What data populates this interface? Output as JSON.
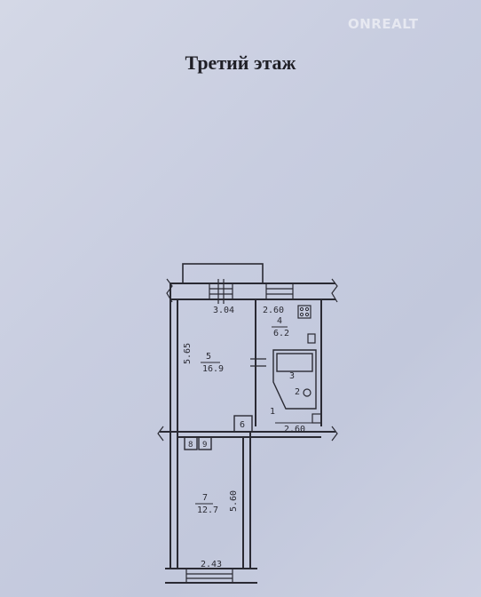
{
  "watermark": "ONREALT",
  "title": "Третий этаж",
  "dimensions": {
    "top_left_width": "3.04",
    "top_right_width": "2.60",
    "room5_height": "5.65",
    "corridor_width": "2.60",
    "room7_height": "5.60",
    "bottom_width": "2.43"
  },
  "rooms": [
    {
      "number": "5",
      "area": "16.9"
    },
    {
      "number": "4",
      "area": "6.2"
    },
    {
      "number": "3",
      "area": ""
    },
    {
      "number": "2",
      "area": ""
    },
    {
      "number": "1",
      "area": ""
    },
    {
      "number": "6",
      "area": ""
    },
    {
      "number": "8",
      "area": ""
    },
    {
      "number": "9",
      "area": ""
    },
    {
      "number": "7",
      "area": "12.7"
    }
  ],
  "colors": {
    "line": "#2a2a33",
    "paper": "#c9cedf"
  }
}
